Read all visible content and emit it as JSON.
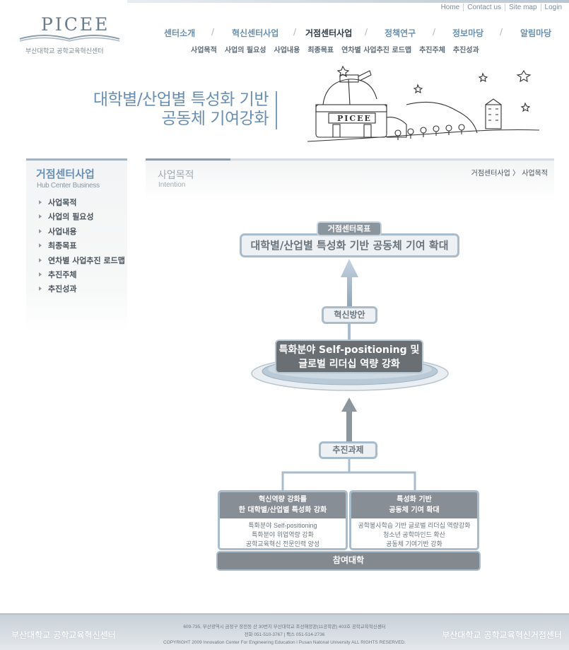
{
  "utility_links": [
    "Home",
    "Contact us",
    "Site map",
    "Login"
  ],
  "logo": {
    "name": "PICEE",
    "subtitle": "부산대학교 공학교육혁신센터"
  },
  "gnb": {
    "items": [
      "센터소개",
      "혁신센터사업",
      "거점센터사업",
      "정책연구",
      "정보마당",
      "알림마당"
    ],
    "active": "거점센터사업",
    "sub": [
      "사업목적",
      "사업의 필요성",
      "사업내용",
      "최종목표",
      "연차별 사업추진 로드맵",
      "추진주체",
      "추진성과"
    ]
  },
  "visual": {
    "line1": "대학별/산업별 특성화 기반",
    "line2": "공동체 기여강화",
    "sign": "PICEE"
  },
  "lnb": {
    "title": "거점센터사업",
    "subtitle": "Hub Center Business",
    "items": [
      "사업목적",
      "사업의 필요성",
      "사업내용",
      "최종목표",
      "연차별 사업추진 로드맵",
      "추진주체",
      "추진성과"
    ]
  },
  "content": {
    "title": "사업목적",
    "subtitle": "Intention",
    "breadcrumb": "거점센터사업 〉 사업목적"
  },
  "diagram": {
    "goal_label": "거점센터목표",
    "goal": "대학별/산업별 특성화 기반 공동체 기여 확대",
    "innovation": "혁신방안",
    "core_line1": "특화분야 Self-positioning 및",
    "core_line2": "글로벌 리더십 역량 강화",
    "push": "추진과제",
    "task_left": {
      "title1": "혁신역량 강화를",
      "title2": "한 대학별/산업별 특성화 강화",
      "items": [
        "특화분야 Self-positioning",
        "특화분야 위업역량 강화",
        "공학교육혁신 전문인력 양성"
      ]
    },
    "task_right": {
      "title1": "특성화 기반",
      "title2": "공동체 기여 확대",
      "items": [
        "공학봉사학습 기반 글로벌 리더십 역량강화",
        "청소년 공학마인드 확산",
        "공동체 기여기반 강화"
      ]
    },
    "base": "참여대학"
  },
  "footer": {
    "left": "부산대학교 공학교육혁신센터",
    "address": "609-735, 부산광역시 금정구 장전동 산 30번지 부산대학교 조선해양관(11공학관) 403호 공학교육혁신센터",
    "contact": "전화 051-510-3767 | 팩스 051-514-2736",
    "copyright": "COPYRIGHT 2009 Innovation Center For Engineering Education l Pusan Natonal University ALL RIGHTS RESERVED.",
    "right": "부산대학교 공학교육혁신거점센터"
  }
}
